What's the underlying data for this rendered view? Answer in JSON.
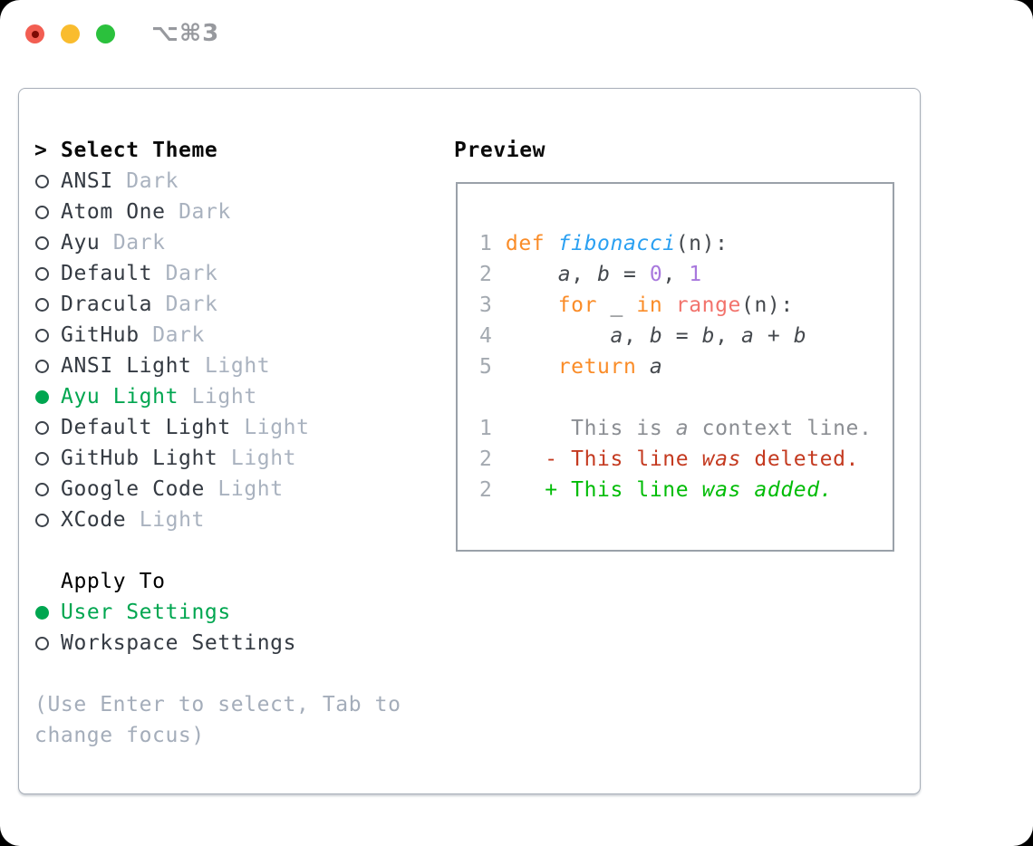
{
  "titlebar": {
    "shortcut": "⌥⌘3",
    "buttons": [
      "close",
      "minimize",
      "zoom"
    ]
  },
  "palette": {
    "accent_green": "#00a650",
    "added_green": "#00bc06",
    "deleted_red": "#c43a20",
    "keyword_orange": "#fa8c28",
    "function_blue": "#2aa0f2",
    "number_purple": "#a878dd",
    "call_coral": "#f2736c",
    "muted_gray": "#a9b2bf",
    "code_fg": "#45494e"
  },
  "theme_panel": {
    "header_prefix": ">",
    "header": "Select Theme",
    "items": [
      {
        "name": "ANSI",
        "variant": "Dark",
        "selected": false
      },
      {
        "name": "Atom One",
        "variant": "Dark",
        "selected": false
      },
      {
        "name": "Ayu",
        "variant": "Dark",
        "selected": false
      },
      {
        "name": "Default",
        "variant": "Dark",
        "selected": false
      },
      {
        "name": "Dracula",
        "variant": "Dark",
        "selected": false
      },
      {
        "name": "GitHub",
        "variant": "Dark",
        "selected": false
      },
      {
        "name": "ANSI Light",
        "variant": "Light",
        "selected": false
      },
      {
        "name": "Ayu Light",
        "variant": "Light",
        "selected": true
      },
      {
        "name": "Default Light",
        "variant": "Light",
        "selected": false
      },
      {
        "name": "GitHub Light",
        "variant": "Light",
        "selected": false
      },
      {
        "name": "Google Code",
        "variant": "Light",
        "selected": false
      },
      {
        "name": "XCode",
        "variant": "Light",
        "selected": false
      }
    ],
    "apply_to": {
      "header": "Apply To",
      "options": [
        {
          "label": "User Settings",
          "selected": true
        },
        {
          "label": "Workspace Settings",
          "selected": false
        }
      ]
    },
    "help_lines": [
      "(Use Enter to select, Tab to",
      "change focus)"
    ]
  },
  "preview_panel": {
    "header": "Preview",
    "code_lines": [
      [
        {
          "t": "1 ",
          "s": "num"
        },
        {
          "t": "def",
          "s": "kw"
        },
        {
          "t": " ",
          "s": "plain"
        },
        {
          "t": "fibonacci",
          "s": "fn"
        },
        {
          "t": "(n):",
          "s": "plain"
        }
      ],
      [
        {
          "t": "2 ",
          "s": "num"
        },
        {
          "t": "    ",
          "s": "plain"
        },
        {
          "t": "a",
          "s": "var"
        },
        {
          "t": ", ",
          "s": "plain"
        },
        {
          "t": "b",
          "s": "var"
        },
        {
          "t": " = ",
          "s": "plain"
        },
        {
          "t": "0",
          "s": "number"
        },
        {
          "t": ", ",
          "s": "plain"
        },
        {
          "t": "1",
          "s": "number"
        }
      ],
      [
        {
          "t": "3 ",
          "s": "num"
        },
        {
          "t": "    ",
          "s": "plain"
        },
        {
          "t": "for",
          "s": "kw"
        },
        {
          "t": " _ ",
          "s": "plain"
        },
        {
          "t": "in",
          "s": "kw"
        },
        {
          "t": " ",
          "s": "plain"
        },
        {
          "t": "range",
          "s": "call"
        },
        {
          "t": "(n):",
          "s": "plain"
        }
      ],
      [
        {
          "t": "4 ",
          "s": "num"
        },
        {
          "t": "        ",
          "s": "plain"
        },
        {
          "t": "a",
          "s": "var"
        },
        {
          "t": ", ",
          "s": "plain"
        },
        {
          "t": "b",
          "s": "var"
        },
        {
          "t": " = ",
          "s": "plain"
        },
        {
          "t": "b",
          "s": "var"
        },
        {
          "t": ", ",
          "s": "plain"
        },
        {
          "t": "a",
          "s": "var"
        },
        {
          "t": " + ",
          "s": "plain"
        },
        {
          "t": "b",
          "s": "var"
        }
      ],
      [
        {
          "t": "5 ",
          "s": "num"
        },
        {
          "t": "    ",
          "s": "plain"
        },
        {
          "t": "return",
          "s": "kw"
        },
        {
          "t": " ",
          "s": "plain"
        },
        {
          "t": "a",
          "s": "var"
        }
      ],
      [],
      [
        {
          "t": "1 ",
          "s": "num"
        },
        {
          "t": "     ",
          "s": "ctx"
        },
        {
          "t": "This is ",
          "s": "ctx"
        },
        {
          "t": "a",
          "s": "ctx_i"
        },
        {
          "t": " context line.",
          "s": "ctx"
        }
      ],
      [
        {
          "t": "2 ",
          "s": "num"
        },
        {
          "t": "   ",
          "s": "plain"
        },
        {
          "t": "- This line ",
          "s": "del"
        },
        {
          "t": "was",
          "s": "del_i"
        },
        {
          "t": " deleted.",
          "s": "del"
        }
      ],
      [
        {
          "t": "2 ",
          "s": "num"
        },
        {
          "t": "   ",
          "s": "plain"
        },
        {
          "t": "+ This line ",
          "s": "add"
        },
        {
          "t": "was",
          "s": "add_i"
        },
        {
          "t": " ",
          "s": "add"
        },
        {
          "t": "added.",
          "s": "add_i"
        }
      ]
    ]
  }
}
